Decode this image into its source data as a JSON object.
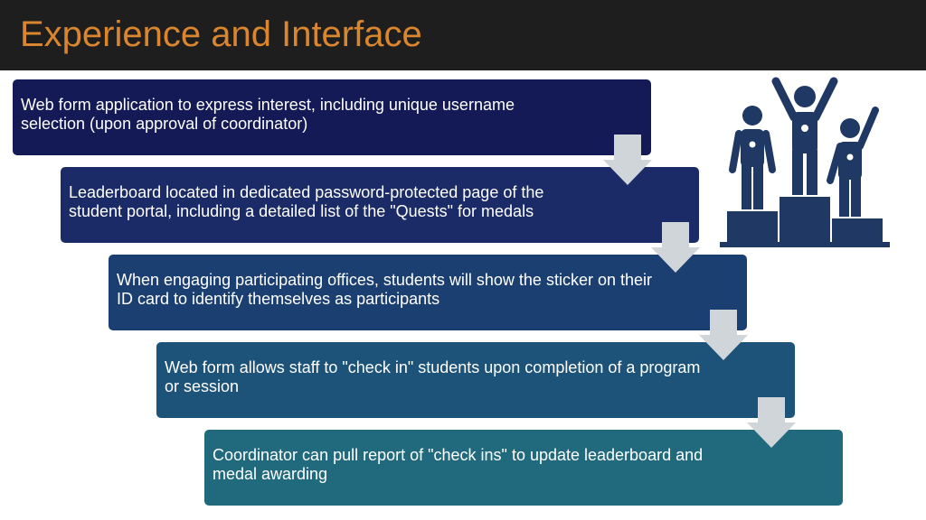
{
  "header": {
    "title": "Experience and Interface"
  },
  "steps": [
    {
      "text": "Web form application to express interest, including unique username selection (upon approval of coordinator)"
    },
    {
      "text": "Leaderboard located in dedicated password-protected page of the student portal, including a detailed list of the \"Quests\" for medals"
    },
    {
      "text": "When engaging participating offices, students will show the sticker on their ID card to identify themselves as participants"
    },
    {
      "text": "Web form allows staff to \"check in\" students upon completion of a program or session"
    },
    {
      "text": "Coordinator can pull report of \"check ins\" to update leaderboard and medal awarding"
    }
  ],
  "icons": {
    "podium": "podium-winners-icon",
    "arrow": "down-arrow-icon"
  },
  "colors": {
    "header_bg": "#1e1e1e",
    "title": "#d9862e",
    "icon": "#1f3864",
    "arrow": "#d0d5da"
  }
}
